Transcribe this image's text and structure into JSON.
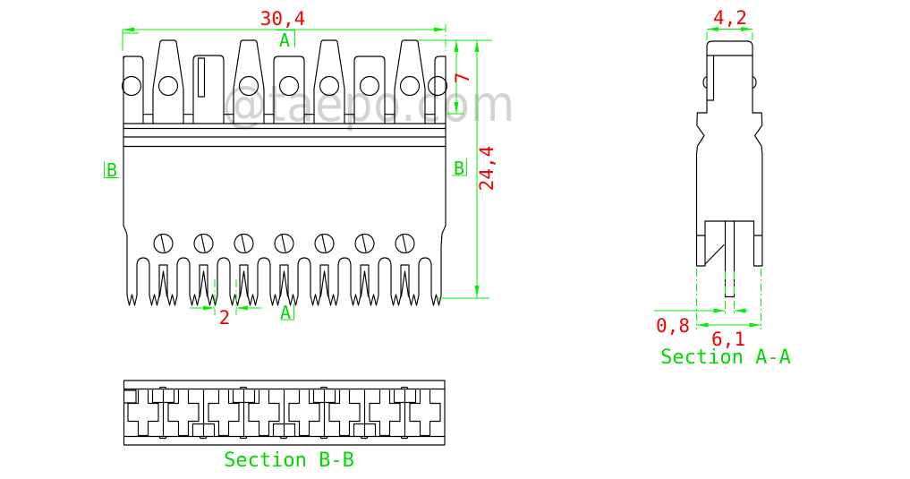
{
  "watermark": "@taepo.com",
  "colors": {
    "outline": "#000000",
    "dimension_lines": "#00f000",
    "dimension_text": "#f00000",
    "section_labels": "#00d800",
    "watermark": "#c9c9c9",
    "background": "#ffffff"
  },
  "front_view": {
    "width_dim": "30,4",
    "tooth_height_dim": "7",
    "total_height_dim": "24,4",
    "pitch_dim": "2",
    "section_a_top": "A",
    "section_a_bottom": "A",
    "section_b_left": "B",
    "section_b_right": "B"
  },
  "section_aa": {
    "title": "Section A-A",
    "top_width_dim": "4,2",
    "pin_width_dim": "0,8",
    "body_width_dim": "6,1"
  },
  "section_bb": {
    "title": "Section B-B"
  }
}
